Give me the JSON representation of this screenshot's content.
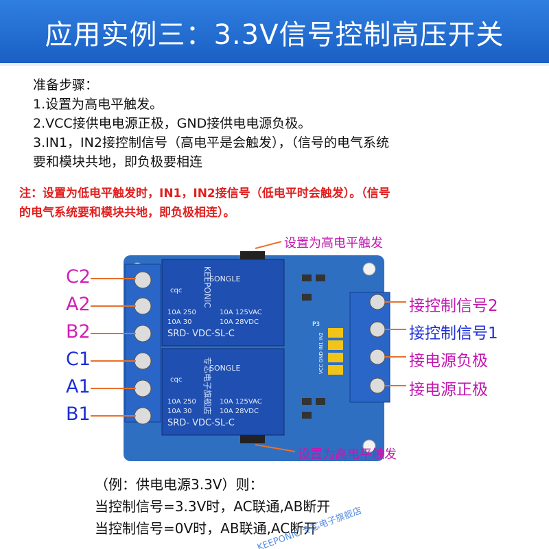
{
  "banner": {
    "title": "应用实例三：3.3V信号控制高压开关"
  },
  "steps": {
    "heading": "准备步骤：",
    "step1": "1.设置为高电平触发。",
    "step2": "2.VCC接供电电源正极，GND接供电电源负极。",
    "step3a": "3.IN1，IN2接控制信号（高电平是会触发），（信号的电气系统",
    "step3b": "要和模块共地，即负极要相连"
  },
  "note": {
    "line1": "注：设置为低电平触发时，IN1，IN2接信号（低电平时会触发）。（信号",
    "line2": "的电气系统要和模块共地，即负极相连）。"
  },
  "board": {
    "left_terminals": [
      "C2",
      "A2",
      "B2",
      "C1",
      "A1",
      "B1"
    ],
    "right_terminals": [
      "接控制信号2",
      "接控制信号1",
      "接电源负极",
      "接电源正极"
    ],
    "jumper_top_note": "设置为高电平触发",
    "jumper_bottom_note": "设置为高电平触发",
    "relay_brand": "SONGLE",
    "relay_spec_1": "10A 125VAC",
    "relay_spec_2": "10A 28VDC",
    "relay_spec_left_1": "10A 250",
    "relay_spec_left_2": "10A 30",
    "relay_model": "SRD-  VDC-SL-C",
    "relay_logo": "cqc",
    "board_brand": "KEEPONIC",
    "board_shop": "专芯电子旗舰店",
    "pin_labels": "VCC GND IN1 IN2",
    "header_label": "P3"
  },
  "example": {
    "line1": "（例：供电电源3.3V）则：",
    "line2": "当控制信号=3.3V时，AC联通,AB断开",
    "line3": "当控制信号=0V时，AB联通,AC断开"
  },
  "watermark": {
    "text": "KEEPONIC 专芯电子旗舰店"
  },
  "colors": {
    "banner": "#1a5fc4",
    "note": "#e02020",
    "magenta_label": "#d21fb6",
    "blue_label": "#1c2fd6",
    "arrow": "#e8702a",
    "pcb": "#2f6fc2",
    "relay": "#1f4fb0",
    "terminal": "#2a66c8"
  }
}
